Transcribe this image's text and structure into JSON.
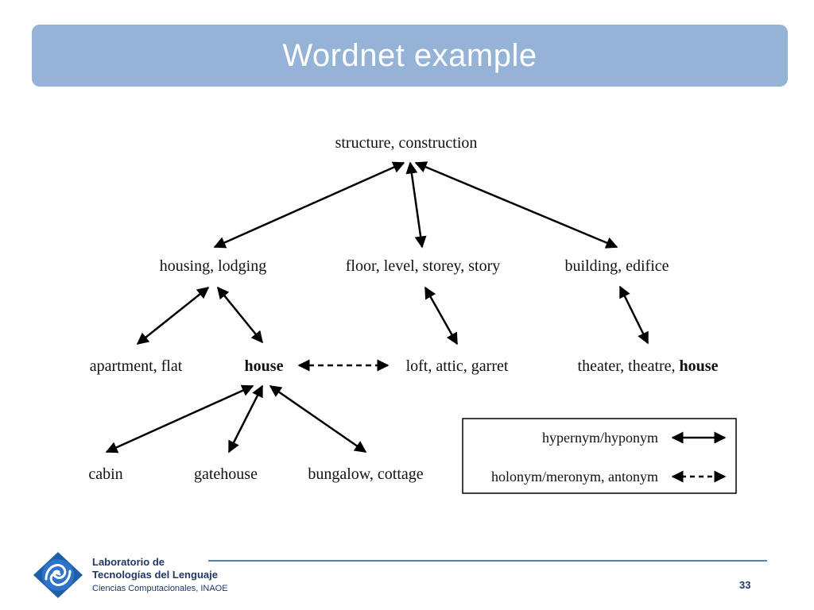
{
  "slide": {
    "title": "Wordnet example",
    "page_number": "33"
  },
  "diagram": {
    "nodes": {
      "structure": "structure, construction",
      "housing": "housing, lodging",
      "floor": "floor, level, storey, story",
      "building": "building, edifice",
      "apartment": "apartment, flat",
      "house": "house",
      "loft": "loft, attic, garret",
      "theater_prefix": "theater, theatre,",
      "theater_house": "house",
      "cabin": "cabin",
      "gatehouse": "gatehouse",
      "bungalow": "bungalow, cottage"
    },
    "legend": {
      "hypernym": "hypernym/hyponym",
      "holonym": "holonym/meronym, antonym"
    }
  },
  "footer": {
    "lab_line1": "Laboratorio de",
    "lab_line2": "Tecnologías del Lenguaje",
    "lab_line3": "Ciencias Computacionales, INAOE"
  },
  "colors": {
    "title_bar": "#95b3d7",
    "footer_accent": "#4f81bd",
    "footer_text": "#1f3864"
  }
}
